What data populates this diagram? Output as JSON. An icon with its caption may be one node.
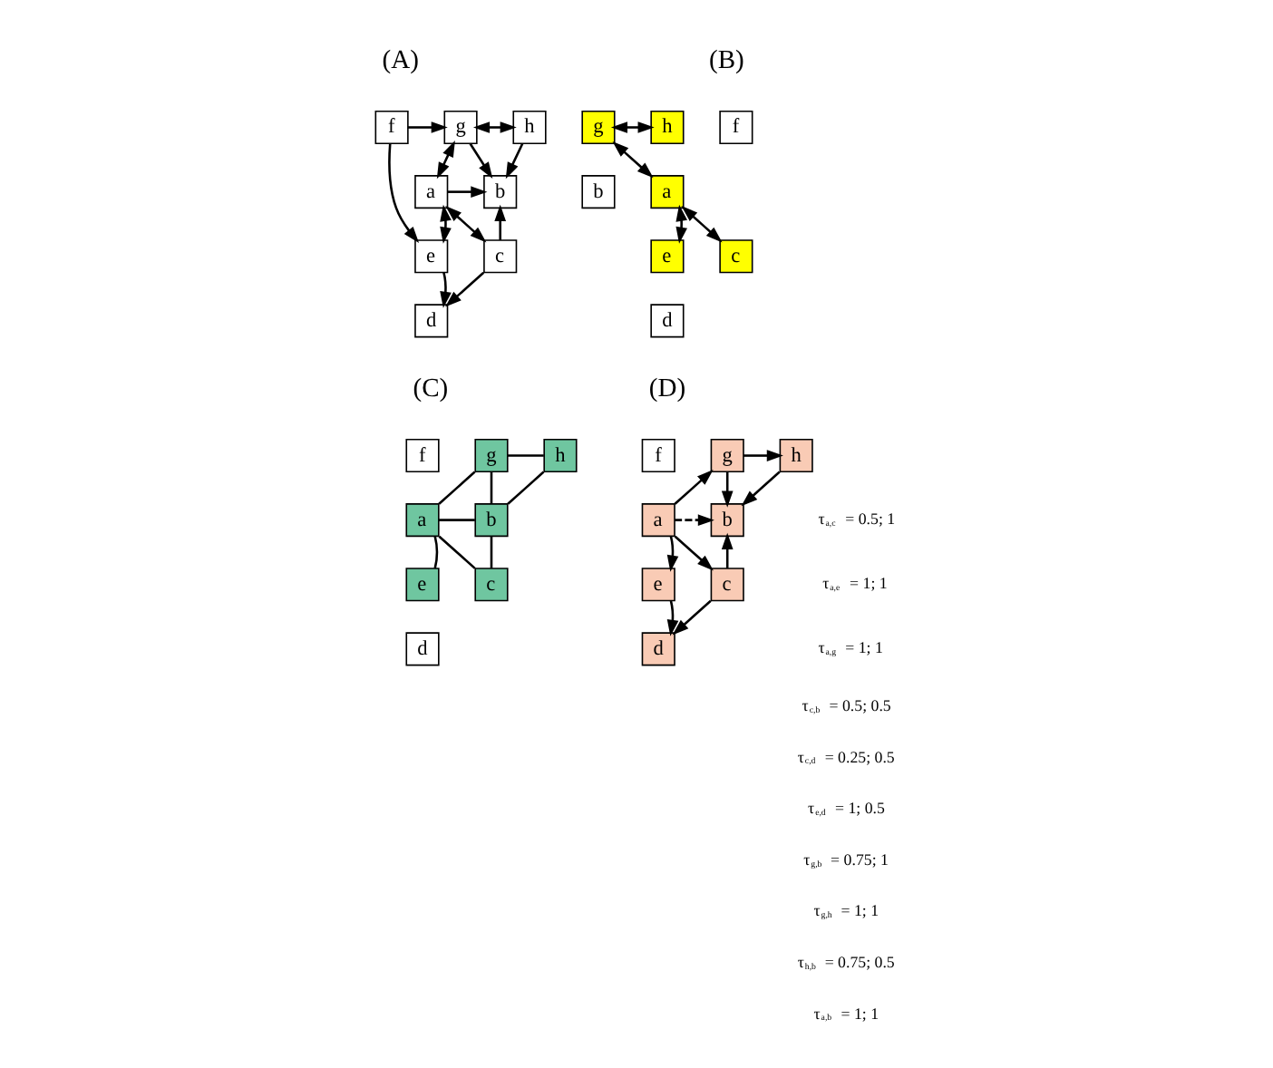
{
  "diagram": {
    "nodes": [
      {
        "text": [
          "f"
        ]
      },
      {
        "text": [
          "g"
        ]
      },
      {
        "text": [
          "h"
        ]
      },
      {
        "text": [
          "a"
        ]
      },
      {
        "text": [
          "b"
        ]
      },
      {
        "text": [
          "e"
        ]
      },
      {
        "text": [
          "c"
        ]
      },
      {
        "text": [
          "d"
        ]
      },
      {
        "text": [
          "f"
        ]
      },
      {
        "text": [
          "g"
        ]
      },
      {
        "text": [
          "h"
        ]
      },
      {
        "text": [
          "a"
        ]
      },
      {
        "text": [
          "b"
        ]
      },
      {
        "text": [
          "e"
        ]
      },
      {
        "text": [
          "c"
        ]
      },
      {
        "text": [
          "d"
        ]
      },
      {
        "text": [
          "f"
        ]
      },
      {
        "text": [
          "g"
        ]
      },
      {
        "text": [
          "h"
        ]
      },
      {
        "text": [
          "a"
        ]
      },
      {
        "text": [
          "b"
        ]
      },
      {
        "text": [
          "e"
        ]
      },
      {
        "text": [
          "c"
        ]
      },
      {
        "text": [
          "d"
        ]
      },
      {
        "text": [
          "f"
        ]
      },
      {
        "text": [
          "g"
        ]
      },
      {
        "text": [
          "h"
        ]
      },
      {
        "text": [
          "a"
        ]
      },
      {
        "text": [
          "b"
        ]
      },
      {
        "text": [
          "e"
        ]
      },
      {
        "text": [
          "c"
        ]
      },
      {
        "text": [
          "d"
        ]
      }
    ],
    "edges": [
      {
        "from": 0,
        "to": 1,
        "arrow": "to"
      },
      {
        "from": 1,
        "to": 2,
        "arrow": "both"
      },
      {
        "from": 0,
        "to": 5,
        "arrow": "to"
      },
      {
        "from": 1,
        "to": 3,
        "arrow": "both"
      },
      {
        "from": 1,
        "to": 4,
        "arrow": "to"
      },
      {
        "from": 2,
        "to": 4,
        "arrow": "to"
      },
      {
        "from": 3,
        "to": 4,
        "arrow": "to"
      },
      {
        "from": 3,
        "to": 5,
        "arrow": "both"
      },
      {
        "from": 3,
        "to": 6,
        "arrow": "both"
      },
      {
        "from": 6,
        "to": 4,
        "arrow": "to"
      },
      {
        "from": 5,
        "to": 7,
        "arrow": "to"
      },
      {
        "from": 6,
        "to": 7,
        "arrow": "to"
      },
      {
        "from": 9,
        "to": 10,
        "arrow": "both"
      },
      {
        "from": 9,
        "to": 11,
        "arrow": "both"
      },
      {
        "from": 11,
        "to": 13,
        "arrow": "both"
      },
      {
        "from": 11,
        "to": 14,
        "arrow": "both"
      },
      {
        "from": 17,
        "to": 18,
        "arrow": "none"
      },
      {
        "from": 17,
        "to": 19,
        "arrow": "none"
      },
      {
        "from": 17,
        "to": 20,
        "arrow": "none"
      },
      {
        "from": 18,
        "to": 20,
        "arrow": "none"
      },
      {
        "from": 19,
        "to": 20,
        "arrow": "none"
      },
      {
        "from": 19,
        "to": 21,
        "arrow": "none"
      },
      {
        "from": 19,
        "to": 22,
        "arrow": "none"
      },
      {
        "from": 22,
        "to": 20,
        "arrow": "none"
      },
      {
        "from": 25,
        "to": 26,
        "arrow": "to"
      },
      {
        "from": 27,
        "to": 25,
        "arrow": "to"
      },
      {
        "from": 25,
        "to": 28,
        "arrow": "to"
      },
      {
        "from": 26,
        "to": 28,
        "arrow": "to"
      },
      {
        "from": 27,
        "to": 28,
        "arrow": "to",
        "style": "dashed"
      },
      {
        "from": 27,
        "to": 29,
        "arrow": "to"
      },
      {
        "from": 27,
        "to": 30,
        "arrow": "to"
      },
      {
        "from": 30,
        "to": 28,
        "arrow": "to"
      },
      {
        "from": 29,
        "to": 31,
        "arrow": "to"
      },
      {
        "from": 30,
        "to": 31,
        "arrow": "to"
      }
    ],
    "labels": [
      "(A)",
      "(B)",
      "(C)",
      "(D)",
      "τ$_{a,c}$ = 0.5; 1",
      "τ$_{a,e}$ = 1; 1",
      "τ$_{a,g}$ = 1; 1",
      "τ$_{c,b}$ = 0.5; 0.5",
      "τ$_{c,d}$ = 0.25; 0.5",
      "τ$_{e,d}$ = 1; 0.5",
      "τ$_{g,b}$ = 0.75; 1",
      "τ$_{g,h}$ = 1; 1",
      "τ$_{h,b}$ = 0.75; 0.5",
      "τ$_{a,b}$ = 1; 1"
    ]
  }
}
